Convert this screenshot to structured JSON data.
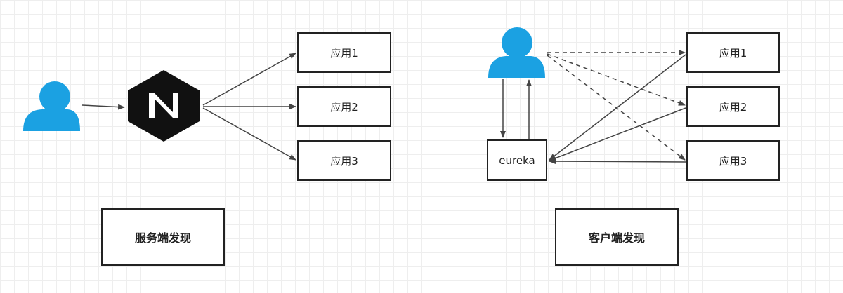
{
  "colors": {
    "person": "#1ba1e2",
    "nginx": "#111111",
    "line": "#444444",
    "border": "#222222"
  },
  "icons": [
    "user-icon",
    "nginx-icon"
  ],
  "left": {
    "apps": [
      "应用1",
      "应用2",
      "应用3"
    ],
    "caption": "服务端发现"
  },
  "right": {
    "registry": "eureka",
    "apps": [
      "应用1",
      "应用2",
      "应用3"
    ],
    "caption": "客户端发现"
  }
}
